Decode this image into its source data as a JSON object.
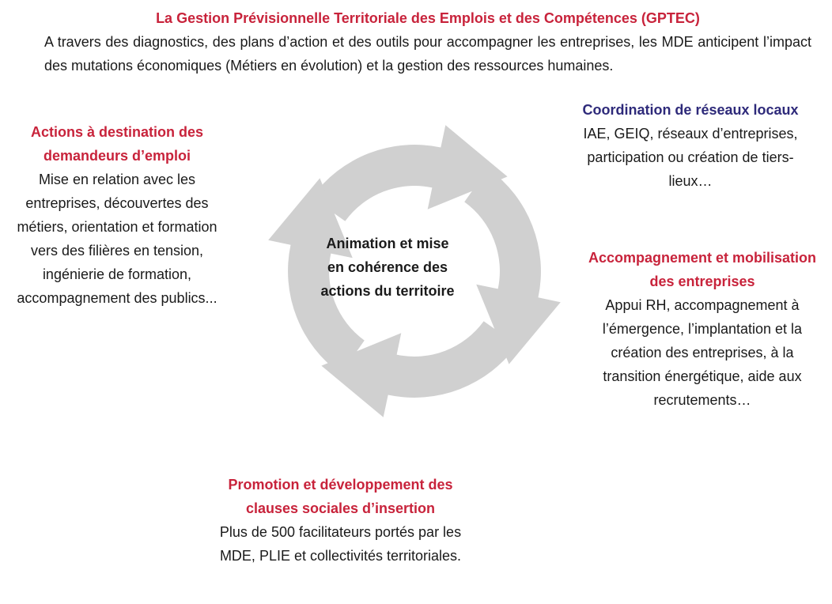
{
  "top": {
    "title": "La Gestion Prévisionnelle Territoriale des Emplois et des Compétences (GPTEC)",
    "body": "A travers des diagnostics, des plans d’action et des outils pour accompagner les entreprises, les MDE anticipent l’impact des mutations économiques (Métiers en évolution) et la gestion des ressources humaines."
  },
  "left": {
    "title": "Actions à destination des demandeurs d’emploi",
    "body": "Mise en relation avec les entreprises, découvertes des métiers, orientation et formation vers des filières en tension, ingénierie de formation, accompagnement des publics..."
  },
  "right_top": {
    "title": "Coordination de réseaux locaux",
    "body": "IAE, GEIQ, réseaux d’entreprises, participation ou création de tiers-lieux…"
  },
  "right_mid": {
    "title": "Accompagnement et mobilisation des entreprises",
    "body": "Appui RH, accompagnement à l’émergence, l’implantation et la création des entreprises, à la transition énergétique, aide aux recrutements…"
  },
  "bottom": {
    "title": "Promotion et développement des clauses sociales d’insertion",
    "body": "Plus de 500 facilitateurs portés par les MDE, PLIE et collectivités territoriales."
  },
  "center": {
    "label": "Animation et mise en cohérence des actions du territoire"
  },
  "colors": {
    "title_red": "#c8233b",
    "title_navy": "#2e2a7a",
    "arrow_gray": "#d0d0d0",
    "text": "#1a1a1a"
  }
}
